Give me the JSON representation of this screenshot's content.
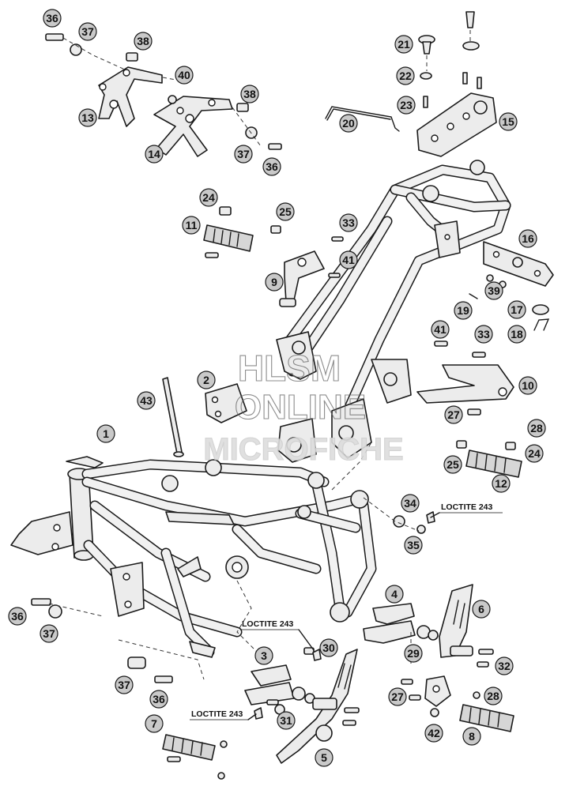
{
  "loctite_label": "LOCTITE 243",
  "watermark": {
    "line1": "HLSM",
    "line2": "ONLINE",
    "line3": "MICROFICHE"
  },
  "callouts": [
    "1",
    "2",
    "3",
    "4",
    "5",
    "6",
    "7",
    "8",
    "9",
    "10",
    "11",
    "12",
    "13",
    "14",
    "15",
    "16",
    "17",
    "18",
    "19",
    "20",
    "21",
    "22",
    "23",
    "24",
    "25",
    "27",
    "28",
    "29",
    "30",
    "31",
    "32",
    "33",
    "34",
    "35",
    "36",
    "37",
    "38",
    "39",
    "40",
    "41",
    "42",
    "43"
  ],
  "duplicate_callouts": [
    "24",
    "25",
    "27",
    "28",
    "33",
    "36",
    "37",
    "38",
    "41"
  ]
}
